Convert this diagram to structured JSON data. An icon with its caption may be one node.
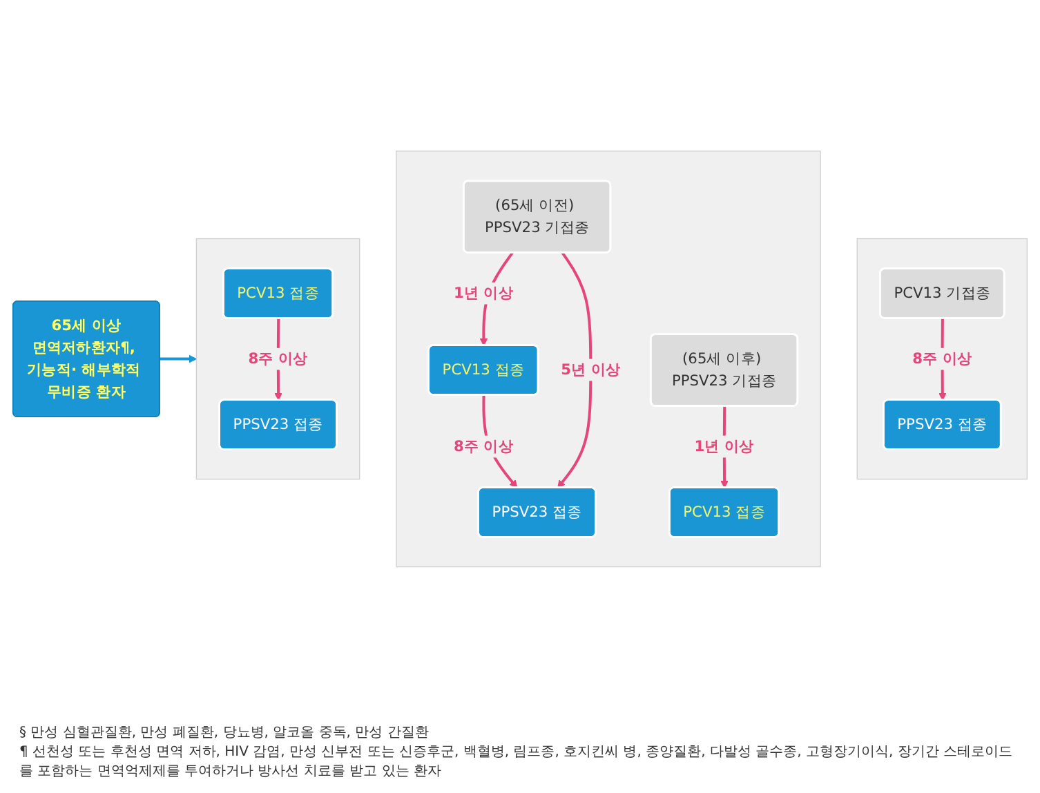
{
  "diagram": {
    "nodes": [
      {
        "text": [
          "65세 이상",
          "면역저하환자¶, 기능적· 해부학적 무비증 환자"
        ]
      },
      {
        "text": [],
        "shape": "box"
      },
      {
        "text": [
          "PCV13 접종"
        ],
        "in": 1
      },
      {
        "text": [
          "PPSV23 접종"
        ],
        "in": 1
      },
      {
        "text": [],
        "shape": "box"
      },
      {
        "text": [
          "(65세 이전) PPSV23 기접종"
        ],
        "in": 4
      },
      {
        "text": [
          "PCV13 접종"
        ],
        "in": 4
      },
      {
        "text": [
          "PPSV23 접종"
        ],
        "in": 4
      },
      {
        "text": [
          "(65세 이후) PPSV23 기접종"
        ],
        "in": 4
      },
      {
        "text": [
          "PCV13 접종"
        ],
        "in": 4
      },
      {
        "text": [],
        "shape": "box"
      },
      {
        "text": [
          "PCV13 기접종"
        ],
        "in": 10
      },
      {
        "text": [
          "PPSV23 접종"
        ],
        "in": 10
      }
    ],
    "edges": [
      {
        "from": 0,
        "to": 1,
        "arrow": "to",
        "color": "#1a96d4"
      },
      {
        "from": 2,
        "to": 3,
        "arrow": "to",
        "label": "8주 이상"
      },
      {
        "from": 5,
        "to": 6,
        "arrow": "to",
        "label": "1년 이상"
      },
      {
        "from": 6,
        "to": 7,
        "arrow": "to",
        "label": "8주 이상"
      },
      {
        "from": 5,
        "to": 7,
        "arrow": "to",
        "label": "5년 이상"
      },
      {
        "from": 8,
        "to": 9,
        "arrow": "to",
        "label": "1년 이상"
      },
      {
        "from": 11,
        "to": 12,
        "arrow": "to",
        "label": "8주 이상"
      }
    ],
    "labels": [
      "§ 만성 심혈관질환, 만성 폐질환, 당뇨병, 알코올 중독, 만성 간질환",
      "¶ 선천성 또는 후천성 면역 저하, HIV 감염, 만성 신부전 또는 신증후군, 백혈병, 림프종, 호지킨씨 병, 종양질환, 다발성 골수종, 고형장기이식, 장기간 스테로이드를 포함하는 면역억제제를 투여하거나 방사선 치료를 받고 있는 환자"
    ]
  }
}
